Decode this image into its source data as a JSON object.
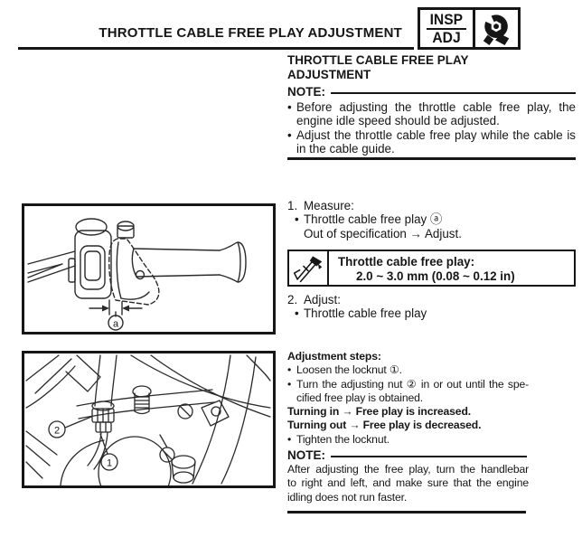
{
  "ink_color": "#161616",
  "bullet_char": "•",
  "header": {
    "title": "THROTTLE CABLE FREE PLAY ADJUSTMENT",
    "badge": {
      "top": "INSP",
      "bottom": "ADJ",
      "icon": "wrench-nut-logo-icon"
    }
  },
  "section": {
    "heading_line1": "THROTTLE CABLE FREE PLAY",
    "heading_line2": "ADJUSTMENT",
    "note1": {
      "label": "NOTE:",
      "bullets": [
        "Before adjusting the throttle cable free play, the engine idle speed should be adjusted.",
        "Adjust the throttle cable free play while the cable is in the cable guide."
      ]
    },
    "measure": {
      "number": "1.",
      "title": "Measure:",
      "bullet": "Throttle cable free play ⓐ",
      "result": "Out of specification → Adjust."
    },
    "spec": {
      "icon": "caliper-icon",
      "title": "Throttle cable free play:",
      "value": "2.0 ~ 3.0 mm (0.08 ~ 0.12 in)"
    },
    "adjust": {
      "number": "2.",
      "title": "Adjust:",
      "bullet": "Throttle cable free play"
    },
    "steps": {
      "heading": "Adjustment steps:",
      "step1": "Loosen the locknut ①.",
      "step2_line1": "Turn the adjusting nut ② in or out until the spe-",
      "step2_line2": "cified free play is obtained.",
      "turning_in": "Turning in → Free play is increased.",
      "turning_out": "Turning out → Free play is decreased.",
      "step3": "Tighten the locknut."
    },
    "note2": {
      "label": "NOTE:",
      "line1": "After adjusting the free play, turn the handlebar",
      "line2": "to right and left, and make sure that the engine",
      "line3": "idling does not run faster."
    }
  },
  "figures": {
    "fig1": {
      "name": "throttle-grip-free-play-drawing",
      "label_a": "a"
    },
    "fig2": {
      "name": "cable-adjuster-engine-drawing",
      "label_1": "1",
      "label_2": "2"
    }
  }
}
